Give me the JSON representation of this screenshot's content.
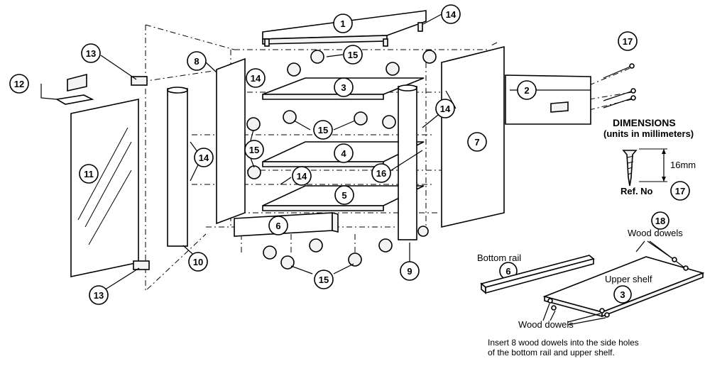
{
  "callouts": {
    "c1": "1",
    "c2": "2",
    "c3": "3",
    "c4": "4",
    "c5": "5",
    "c6": "6",
    "c7": "7",
    "c8": "8",
    "c9": "9",
    "c10": "10",
    "c11": "11",
    "c12": "12",
    "c13": "13",
    "c14": "14",
    "c15": "15",
    "c16": "16",
    "c17": "17",
    "c18": "18"
  },
  "dimensions": {
    "title": "DIMENSIONS",
    "subtitle": "(units in millimeters)",
    "size": "16mm",
    "ref_label": "Ref. No",
    "ref_num": "17"
  },
  "detail": {
    "callout": "18",
    "wood_dowels_top": "Wood dowels",
    "bottom_rail": "Bottom rail",
    "bottom_rail_num": "6",
    "upper_shelf": "Upper shelf",
    "upper_shelf_num": "3",
    "wood_dowels_bottom": "Wood dowels"
  },
  "instructions": {
    "line1": "Insert 8 wood dowels into the side holes",
    "line2": "of the bottom rail and upper shelf."
  }
}
